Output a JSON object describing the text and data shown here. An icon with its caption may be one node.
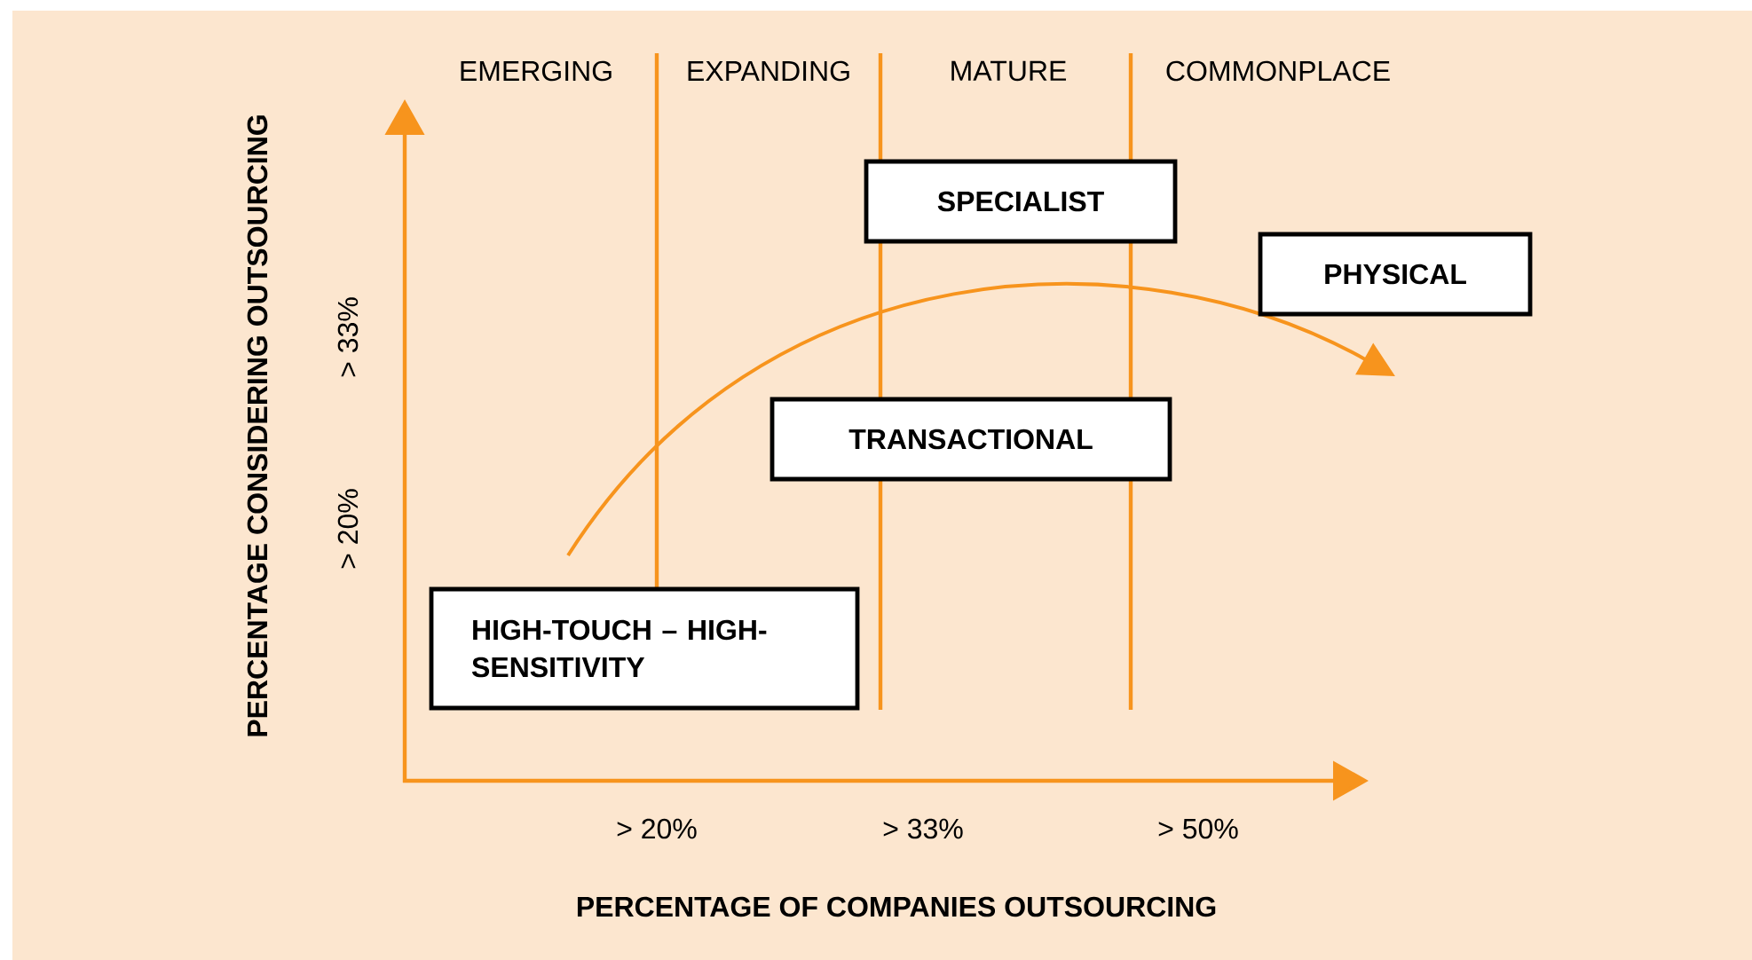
{
  "diagram": {
    "nodes": [
      {
        "text": [
          "SPECIALIST"
        ]
      },
      {
        "text": [
          "PHYSICAL"
        ]
      },
      {
        "text": [
          "TRANSACTIONAL"
        ]
      },
      {
        "text": [
          "HIGH-TOUCH – HIGH-SENSITIVITY"
        ]
      }
    ],
    "labels": [
      "EMERGING",
      "EXPANDING",
      "MATURE",
      "COMMONPLACE",
      "PERCENTAGE CONSIDERING OUTSOURCING",
      "> 33%",
      "> 20%",
      "> 20%",
      "> 33%",
      "> 50%",
      "PERCENTAGE OF COMPANIES OUTSOURCING"
    ]
  }
}
